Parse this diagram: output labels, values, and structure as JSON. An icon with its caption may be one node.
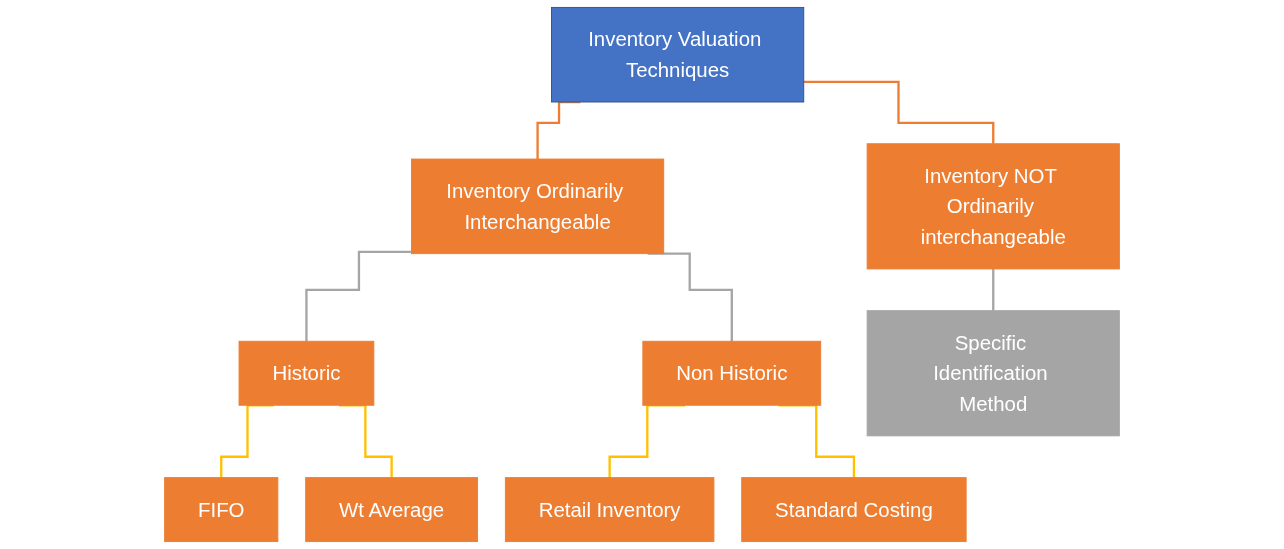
{
  "diagram": {
    "nodes": [
      {
        "text": [
          "Inventory Valuation Techniques"
        ]
      },
      {
        "text": [
          "Inventory Ordinarily Interchangeable"
        ]
      },
      {
        "text": [
          "Inventory NOT Ordinarily interchangeable"
        ]
      },
      {
        "text": [
          "Historic"
        ]
      },
      {
        "text": [
          "Non Historic"
        ]
      },
      {
        "text": [
          "Specific Identification Method"
        ]
      },
      {
        "text": [
          "FIFO"
        ]
      },
      {
        "text": [
          "Wt Average"
        ]
      },
      {
        "text": [
          "Retail Inventory"
        ]
      },
      {
        "text": [
          "Standard Costing"
        ]
      }
    ],
    "edges": [
      {
        "from": 0,
        "to": 1,
        "arrow": "none",
        "color": "#ed7d31"
      },
      {
        "from": 0,
        "to": 2,
        "arrow": "none",
        "color": "#ed7d31"
      },
      {
        "from": 1,
        "to": 3,
        "arrow": "none",
        "color": "#a5a5a5"
      },
      {
        "from": 1,
        "to": 4,
        "arrow": "none",
        "color": "#a5a5a5"
      },
      {
        "from": 2,
        "to": 5,
        "arrow": "none",
        "color": "#a5a5a5"
      },
      {
        "from": 3,
        "to": 6,
        "arrow": "none"
      },
      {
        "from": 3,
        "to": 7,
        "arrow": "none"
      },
      {
        "from": 4,
        "to": 8,
        "arrow": "none"
      },
      {
        "from": 4,
        "to": 9,
        "arrow": "none"
      }
    ]
  }
}
